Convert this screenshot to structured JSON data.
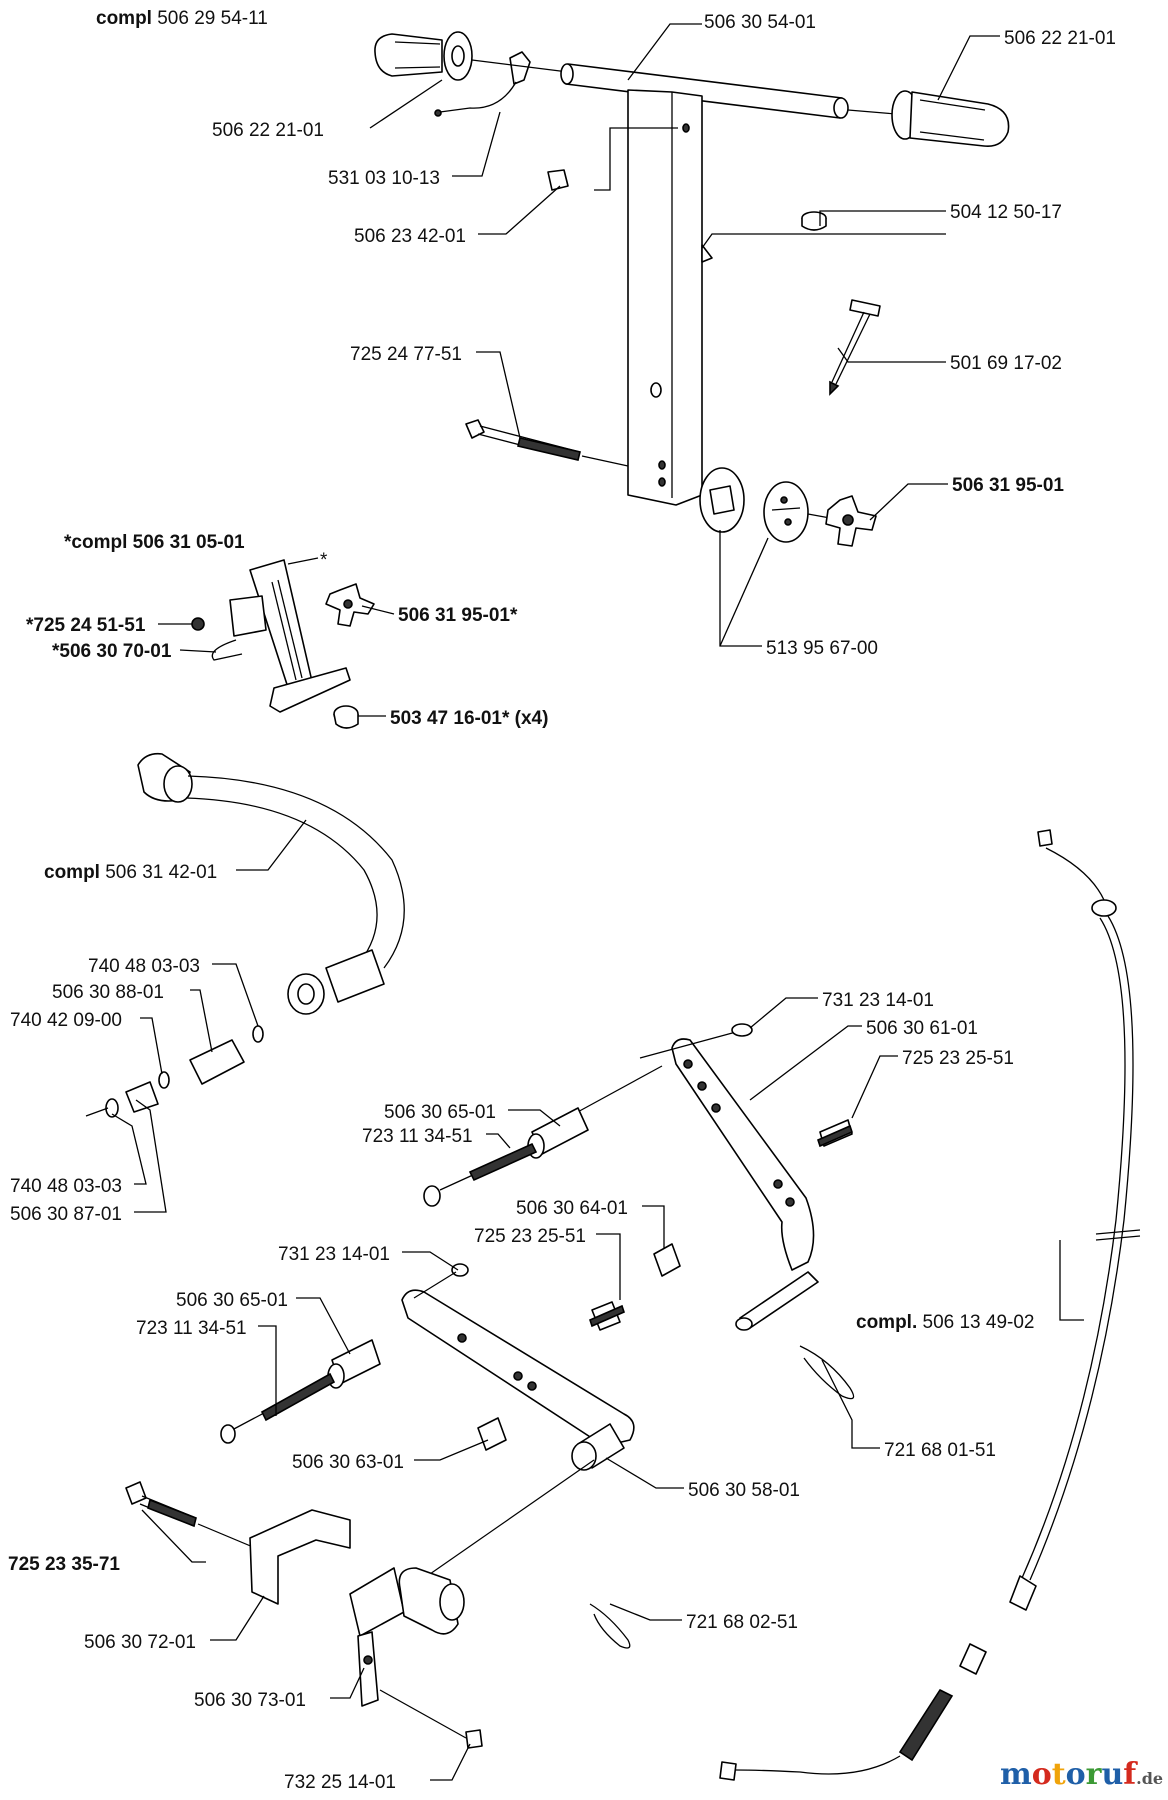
{
  "labels": {
    "l1": {
      "pre": "compl",
      "num": "506 29 54-11"
    },
    "l2": "506 30 54-01",
    "l3": "506 22 21-01",
    "l4": "506 22 21-01",
    "l5": "531 03 10-13",
    "l6": "506 23 42-01",
    "l7": "504 12 50-17",
    "l8": "501 69 17-02",
    "l9": "725 24 77-51",
    "l10": "506 31 95-01",
    "l11": "*compl 506 31 05-01",
    "l12": "*",
    "l13": "*725 24 51-51",
    "l14": "*506 30 70-01",
    "l15": "506 31 95-01*",
    "l16": "503 47 16-01* (x4)",
    "l17": "513 95 67-00",
    "l18": {
      "pre": "compl",
      "num": "506 31 42-01"
    },
    "l19": "740 48 03-03",
    "l20": "506 30 88-01",
    "l21": "740 42 09-00",
    "l22": "740 48 03-03",
    "l23": "506 30 87-01",
    "l24": "731 23 14-01",
    "l25": "506 30 61-01",
    "l26": "725 23 25-51",
    "l27": "506 30 65-01",
    "l28": "723 11 34-51",
    "l29": "506 30 64-01",
    "l30": "725 23 25-51",
    "l31": "731 23 14-01",
    "l32": "506 30 65-01",
    "l33": "723 11 34-51",
    "l34": {
      "pre": "compl.",
      "num": "506 13 49-02"
    },
    "l35": "721 68 01-51",
    "l36": "506 30 63-01",
    "l37": "506 30 58-01",
    "l38": "725 23 35-71",
    "l39": "721 68 02-51",
    "l40": "506 30 72-01",
    "l41": "506 30 73-01",
    "l42": "732 25 14-01"
  },
  "watermark": {
    "brand": "motoruf",
    "tld": ".de"
  },
  "colors": {
    "brand_letters": [
      "#1f5fa8",
      "#d42a1e",
      "#f0a30a",
      "#1f5fa8",
      "#3c9a35",
      "#1f5fa8",
      "#d42a1e"
    ],
    "ink": "#111111"
  }
}
